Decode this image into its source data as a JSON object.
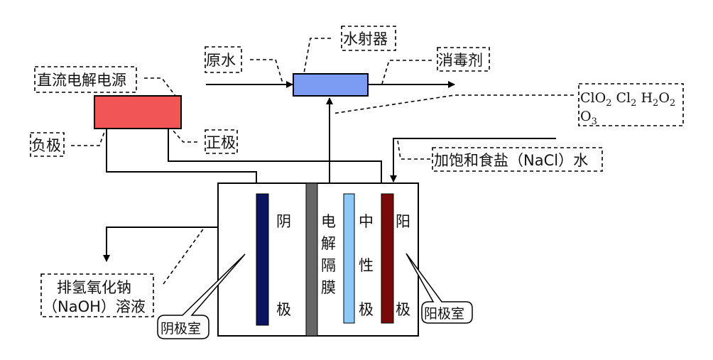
{
  "diagram": {
    "labels": {
      "power_source": "直流电解电源",
      "negative": "负极",
      "positive": "正极",
      "raw_water": "原水",
      "ejector": "水射器",
      "disinfectant": "消毒剂",
      "gases_line1": [
        "ClO",
        "2",
        " Cl",
        "2",
        " H",
        "2",
        "O",
        "2"
      ],
      "gases_line2": [
        "O",
        "3"
      ],
      "brine": "加饱和食盐（NaCl）水",
      "naoh_line1": "排氢氧化钠",
      "naoh_line2": "（NaOH）溶液",
      "cathode_chamber": "阴极室",
      "anode_chamber": "阳极室",
      "cathode": [
        "阴",
        "极"
      ],
      "membrane": [
        "电",
        "解",
        "隔",
        "膜"
      ],
      "neutral_electrode": [
        "中",
        "性",
        "极"
      ],
      "anode": [
        "阳",
        "极"
      ]
    },
    "colors": {
      "power_source": "#f25555",
      "ejector": "#7b9cf2",
      "cathode": "#0a1460",
      "membrane": "#666666",
      "neutral_electrode": "#8cc8f8",
      "anode": "#7a0a0a"
    }
  }
}
